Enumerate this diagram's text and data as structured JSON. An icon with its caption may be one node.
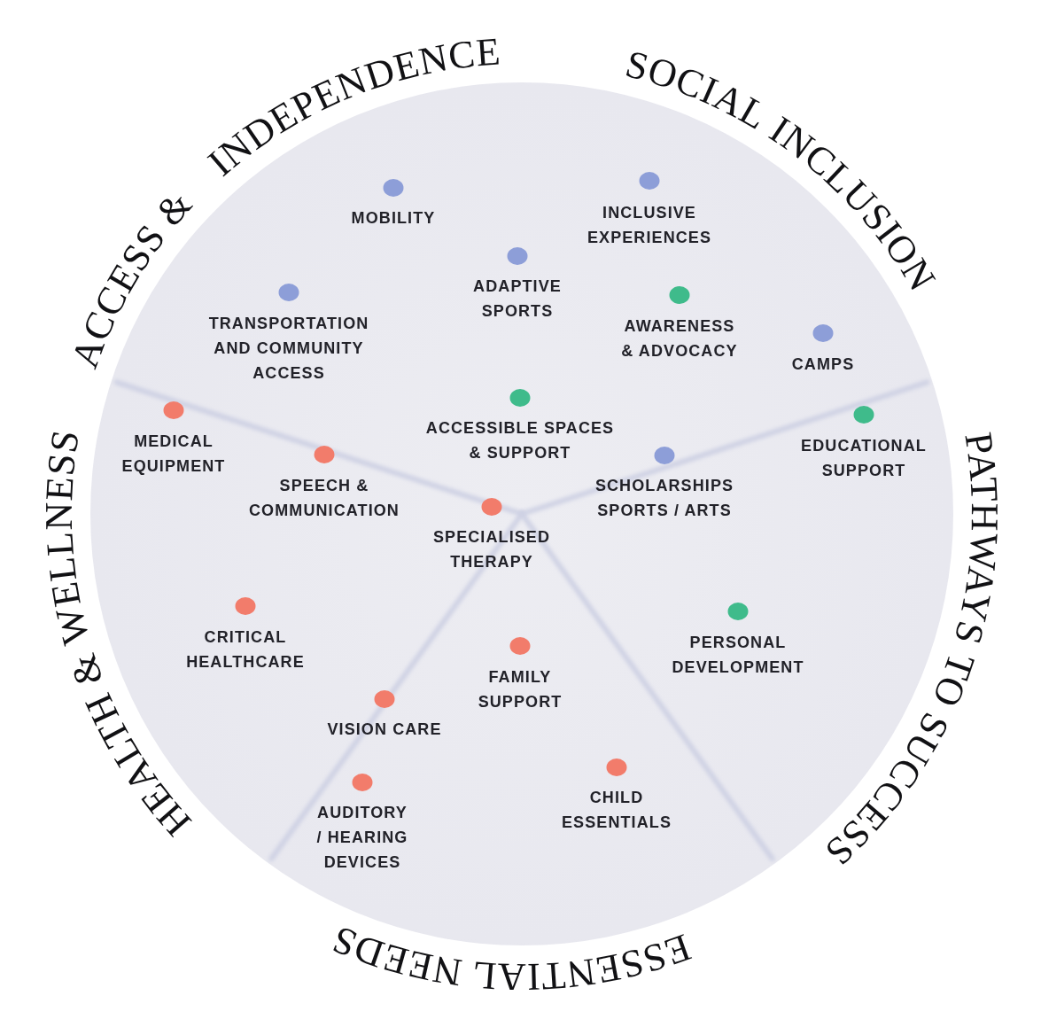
{
  "diagram": {
    "nodes": [
      {
        "text": [
          "ACCESS & INDEPENDENCE"
        ]
      },
      {
        "text": [
          "SOCIAL INCLUSION"
        ]
      },
      {
        "text": [
          "PATHWAYS TO SUCCESS"
        ]
      },
      {
        "text": [
          "ESSENTIAL NEEDS"
        ]
      },
      {
        "text": [
          "HEALTH & WELLNESS"
        ]
      }
    ],
    "labels": [
      "MOBILITY",
      "INCLUSIVE EXPERIENCES",
      "ADAPTIVE SPORTS",
      "TRANSPORTATION AND COMMUNITY ACCESS",
      "AWARENESS & ADVOCACY",
      "CAMPS",
      "MEDICAL EQUIPMENT",
      "ACCESSIBLE SPACES & SUPPORT",
      "EDUCATIONAL SUPPORT",
      "SPEECH & COMMUNICATION",
      "SCHOLARSHIPS SPORTS / ARTS",
      "SPECIALISED THERAPY",
      "CRITICAL HEALTHCARE",
      "PERSONAL DEVELOPMENT",
      "FAMILY SUPPORT",
      "VISION CARE",
      "CHILD ESSENTIALS",
      "AUDITORY / HEARING DEVICES"
    ]
  }
}
